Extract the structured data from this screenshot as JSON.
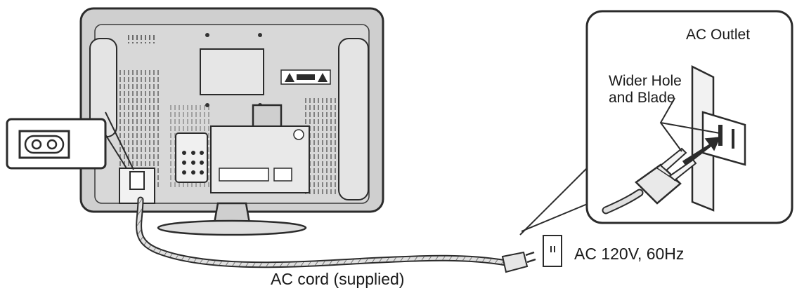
{
  "labels": {
    "ac_outlet": "AC Outlet",
    "wider_hole_line1": "Wider Hole",
    "wider_hole_line2": "and Blade",
    "ac_power": "AC 120V, 60Hz",
    "ac_cord": "AC cord (supplied)"
  },
  "colors": {
    "line": "#2b2b2b",
    "panel": "#d9d9d9",
    "panel_dark": "#bdbdbd",
    "background": "#ffffff"
  }
}
